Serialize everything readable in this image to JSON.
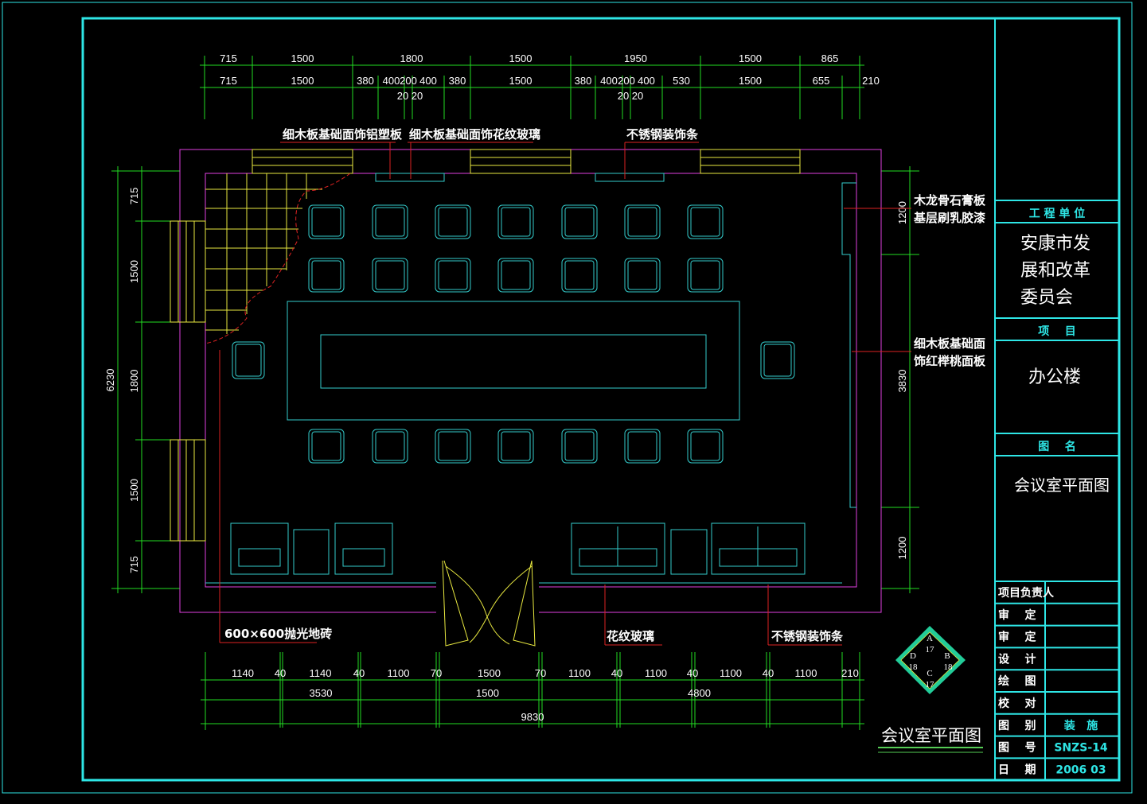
{
  "drawing": {
    "title": "会议室平面图",
    "top_dims_row1": [
      "715",
      "1500",
      "1800",
      "1500",
      "1950",
      "1500",
      "865"
    ],
    "top_dims_row2": [
      "715",
      "1500",
      "380",
      "400",
      "200",
      "400",
      "380",
      "1500",
      "380",
      "400",
      "200",
      "400",
      "530",
      "1500",
      "655",
      "210"
    ],
    "top_dims_small": [
      "20",
      "20",
      "20",
      "20"
    ],
    "bottom_dims_row1": [
      "1140",
      "40",
      "1140",
      "40",
      "1100",
      "70",
      "1500",
      "70",
      "1100",
      "40",
      "1100",
      "40",
      "1100",
      "40",
      "1100",
      "210"
    ],
    "bottom_dims_row2": [
      "3530",
      "1500",
      "4800"
    ],
    "bottom_total": "9830",
    "left_total": "6230",
    "left_dims": [
      "715",
      "1500",
      "1800",
      "1500",
      "715"
    ],
    "right_dims": [
      "1200",
      "3830",
      "1200"
    ],
    "annotations": {
      "top_left": "细木板基础面饰铝塑板",
      "top_mid": "细木板基础面饰花纹玻璃",
      "top_right": "不锈钢装饰条",
      "right_1a": "木龙骨石膏板",
      "right_1b": "基层刷乳胶漆",
      "right_2a": "细木板基础面",
      "right_2b": "饰红榉桃面板",
      "floor": "600×600抛光地砖",
      "glass": "花纹玻璃",
      "steel": "不锈钢装饰条"
    },
    "compass": {
      "a": "A",
      "a_n": "17",
      "b": "B",
      "b_n": "18",
      "c": "C",
      "c_n": "17",
      "d": "D",
      "d_n": "18"
    }
  },
  "title_block": {
    "unit_label": "工 程 单 位",
    "unit_line1": "安康市发",
    "unit_line2": "展和改革",
    "unit_line3": "委员会",
    "project_label": "项    目",
    "project": "办公楼",
    "drawing_name_label": "图    名",
    "drawing_name": "会议室平面图",
    "rows": [
      {
        "label": "项目负责人",
        "value": ""
      },
      {
        "label": "审    定",
        "value": ""
      },
      {
        "label": "审    定",
        "value": ""
      },
      {
        "label": "设    计",
        "value": ""
      },
      {
        "label": "绘    图",
        "value": ""
      },
      {
        "label": "校    对",
        "value": ""
      },
      {
        "label": "图    别",
        "value": "装   施"
      },
      {
        "label": "图    号",
        "value": "SNZS-14"
      },
      {
        "label": "日    期",
        "value": "2006 03"
      }
    ]
  },
  "colors": {
    "frame": "#2ee6e6",
    "dim": "#22dd22",
    "wall": "#e040e0",
    "furniture": "#33cccc",
    "tile": "#e8e840",
    "leader": "#dd2222"
  }
}
